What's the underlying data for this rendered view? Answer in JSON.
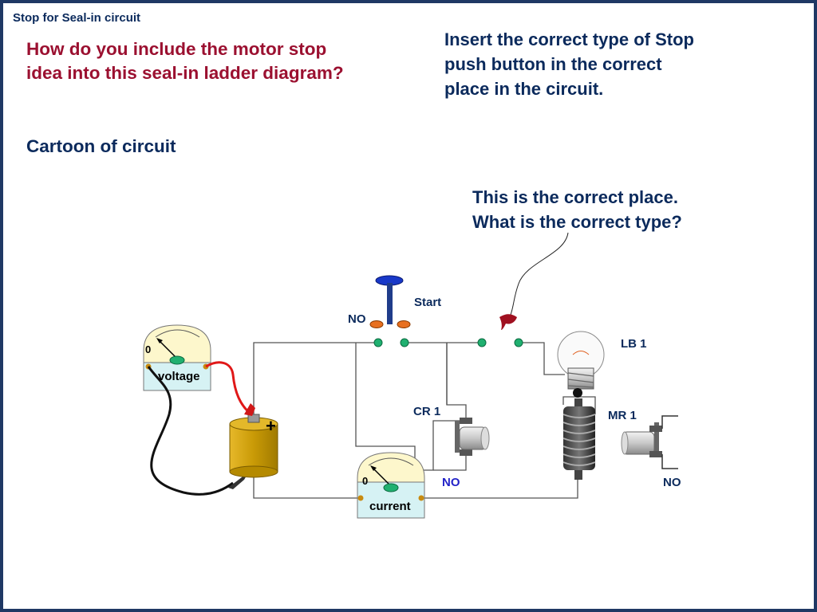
{
  "slide": {
    "title": "Stop for Seal-in circuit",
    "question_line1": "How do you include the motor stop",
    "question_line2": "idea into this seal-in ladder diagram?",
    "instruction_line1": "Insert the correct type of Stop",
    "instruction_line2": "push button in the correct",
    "instruction_line3": "place in the circuit.",
    "section_heading": "Cartoon of circuit",
    "callout_line1": "This is the correct place.",
    "callout_line2": "What is the correct type?"
  },
  "diagram": {
    "start_label": "Start",
    "start_contact_label": "NO",
    "lamp_label": "LB 1",
    "cr_label": "CR 1",
    "cr_contact_label": "NO",
    "mr_label": "MR 1",
    "mr_contact_label": "NO",
    "voltage_meter_label": "voltage",
    "voltage_zero": "0",
    "current_meter_label": "current",
    "current_zero": "0",
    "battery_plus": "+"
  },
  "colors": {
    "title_red": "#9b1030",
    "text_navy": "#0b2a5c",
    "no_blue": "#2323c8",
    "battery_gold": "#c99a06",
    "terminal_green": "#20b070",
    "button_orange": "#e87020"
  }
}
